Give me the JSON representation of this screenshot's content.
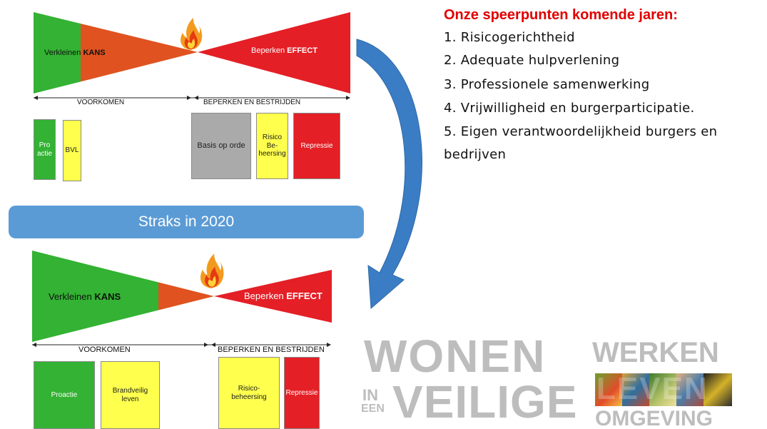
{
  "top_diagram": {
    "label_left_normal": "Verkleinen ",
    "label_left_bold": "KANS",
    "label_right_normal": "Beperken ",
    "label_right_bold": "EFFECT",
    "axis_left": "VOORKOMEN",
    "axis_right": "BEPERKEN EN BESTRIJDEN",
    "boxes": [
      "Pro actie",
      "BVL",
      "Basis op orde",
      "Risico Be-heersing",
      "Repressie"
    ]
  },
  "banner": {
    "text": "Straks in 2020"
  },
  "bottom_diagram": {
    "label_left_normal": "Verkleinen ",
    "label_left_bold": "KANS",
    "label_right_normal": "Beperken ",
    "label_right_bold": "EFFECT",
    "axis_left": "VOORKOMEN",
    "axis_right": "BEPERKEN EN BESTRIJDEN",
    "boxes": [
      "Proactie",
      "Brandveilig leven",
      "Risico-beheersing",
      "Repressie"
    ]
  },
  "priorities": {
    "title": "Onze speerpunten komende jaren:",
    "items": [
      "1. Risicogerichtheid",
      "2. Adequate hulpverlening",
      "3. Professionele samenwerking",
      "4. Vrijwilligheid en burgerparticipatie.",
      "5. Eigen verantwoordelijkheid burgers en",
      "bedrijven"
    ]
  },
  "logo": {
    "wonen": "WONEN",
    "werken": "WERKEN",
    "in": "IN",
    "een": "EEN",
    "veilige": "VEILIGE",
    "leven": "LEVEN",
    "omgeving": "OMGEVING"
  },
  "colors": {
    "green": "#33b233",
    "orange": "#e0521f",
    "red": "#e41f26",
    "yellow": "#ffff4d",
    "grey": "#aaaaaa",
    "banner": "#5b9bd5",
    "arrow": "#3b7dc4",
    "title_red": "#e10000",
    "logo_grey": "#bdbdbd"
  }
}
